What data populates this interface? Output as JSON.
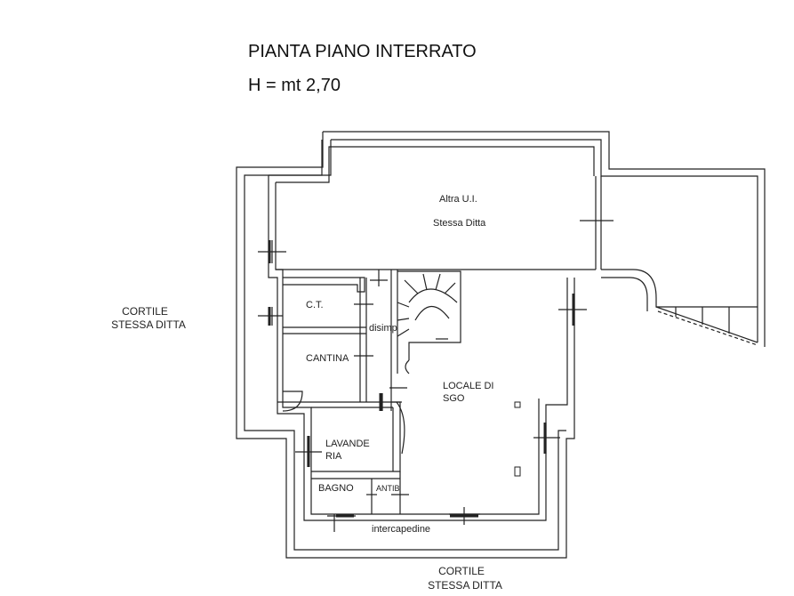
{
  "header": {
    "title": "PIANTA PIANO INTERRATO",
    "height": "H = mt 2,70"
  },
  "rooms": {
    "altra_ui": "Altra U.I.",
    "stessa_ditta": "Stessa Ditta",
    "ct": "C.T.",
    "disimp": "disimp",
    "cantina": "CANTINA",
    "locale_line1": "LOCALE DI",
    "locale_line2": "SGO",
    "lavanderia_line1": "LAVANDE",
    "lavanderia_line2": "RIA",
    "bagno": "BAGNO",
    "antib": "ANTIB"
  },
  "outside": {
    "cortile_west_line1": "CORTILE",
    "cortile_west_line2": "STESSA DITTA",
    "cortile_south_line1": "CORTILE",
    "cortile_south_line2": "STESSA DITTA",
    "intercapedine": "intercapedine"
  },
  "colors": {
    "ink": "#222222"
  }
}
